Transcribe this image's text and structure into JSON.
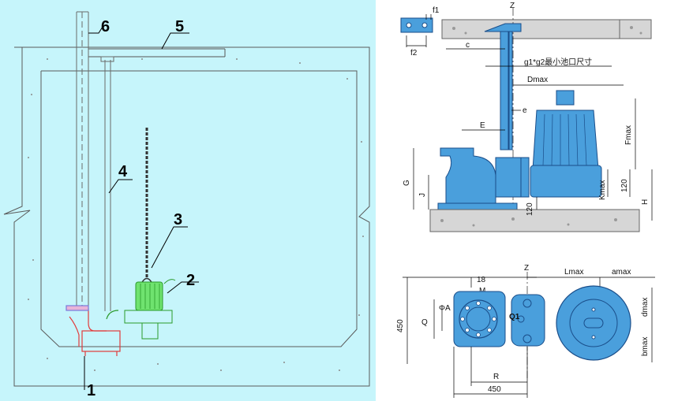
{
  "left_panel": {
    "callouts": [
      "1",
      "2",
      "3",
      "4",
      "5",
      "6"
    ]
  },
  "top_view": {
    "labels": {
      "f1": "f1",
      "f2": "f2",
      "z": "Z",
      "c": "c",
      "g_note": "g1*g2最小池口尺寸",
      "dmax": "Dmax",
      "e_small": "e",
      "e_big": "E",
      "fmax": "Fmax",
      "g": "G",
      "j": "J",
      "kmax": "Kmax",
      "h": "H",
      "d120a": "120",
      "d120b": "120"
    }
  },
  "plan_view": {
    "labels": {
      "z": "Z",
      "lmax": "Lmax",
      "amax": "amax",
      "n18": "18",
      "m": "M",
      "phia": "ΦA",
      "q": "Q",
      "q1": "Q1",
      "dmax": "dmax",
      "bmax": "bmax",
      "v450": "450",
      "r": "R",
      "h450": "450"
    }
  }
}
